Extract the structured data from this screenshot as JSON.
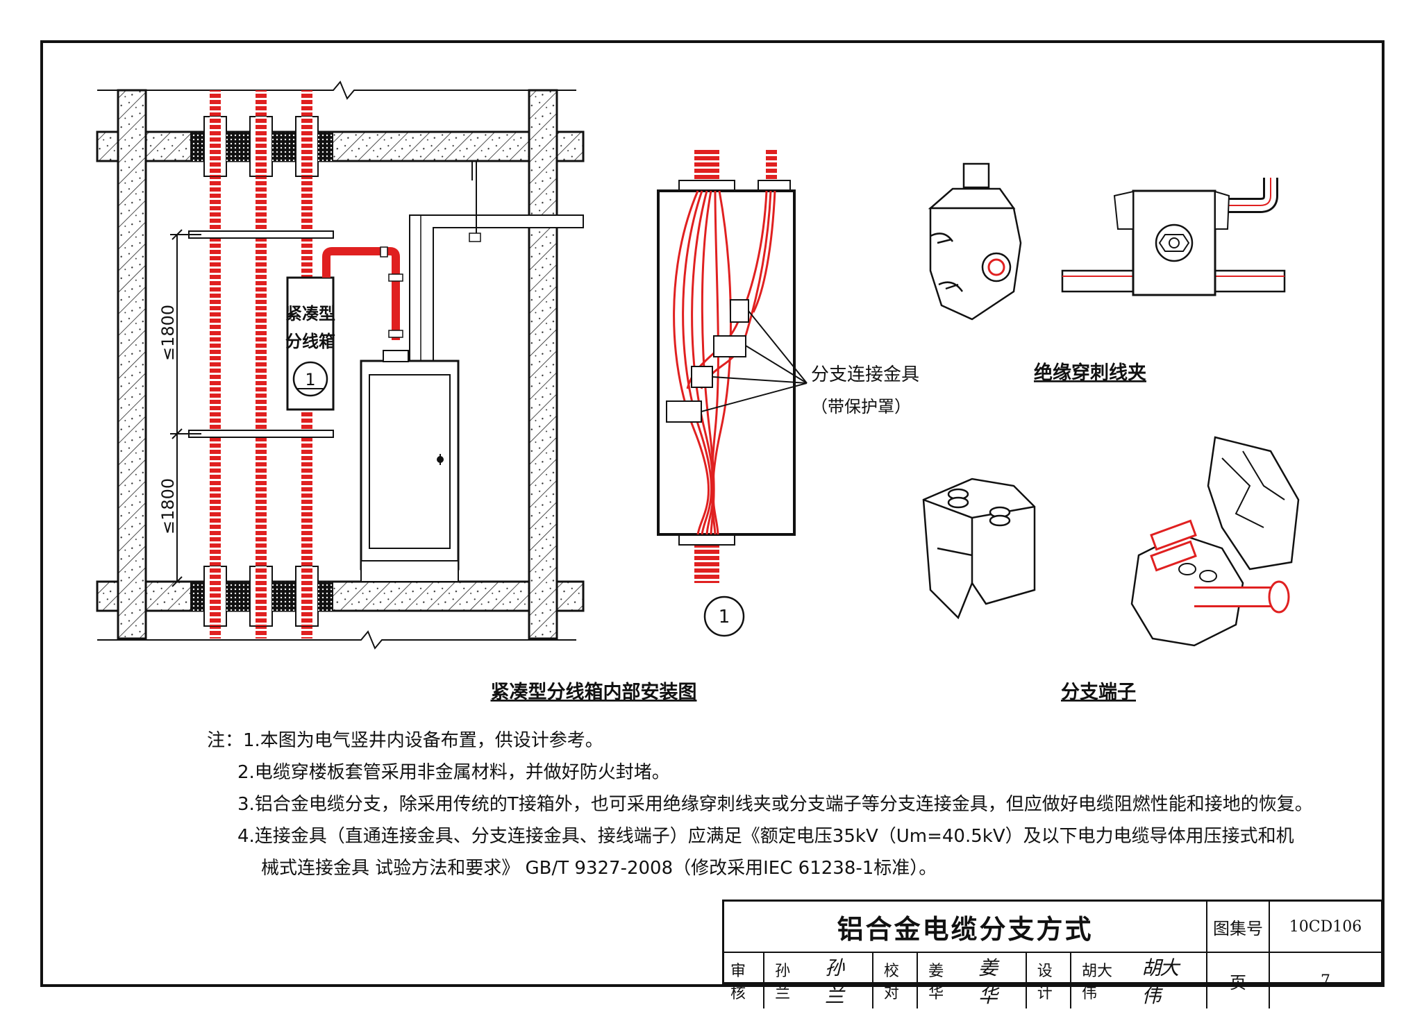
{
  "labels": {
    "box_name_line1": "紧凑型",
    "box_name_line2": "分线箱",
    "box_index": "1",
    "spacing_upper": "≤1800",
    "spacing_lower": "≤1800",
    "detail_index": "1",
    "callout_line1": "分支连接金具",
    "callout_line2": "（带保护罩）"
  },
  "captions": {
    "install": "紧凑型分线箱内部安装图",
    "clamp": "绝缘穿刺线夹",
    "terminal": "分支端子"
  },
  "notes": [
    "注：1.本图为电气竖井内设备布置，供设计参考。",
    "2.电缆穿楼板套管采用非金属材料，并做好防火封堵。",
    "3.铝合金电缆分支，除采用传统的T接箱外，也可采用绝缘穿刺线夹或分支端子等分支连接金具，但应做好电缆阻燃性能和接地的恢复。",
    "4.连接金具（直通连接金具、分支连接金具、接线端子）应满足《额定电压35kV（Um=40.5kV）及以下电力电缆导体用压接式和机",
    "械式连接金具  试验方法和要求》 GB/T 9327-2008（修改采用IEC 61238-1标准）。"
  ],
  "title_block": {
    "title": "铝合金电缆分支方式",
    "atlas_label": "图集号",
    "atlas_value": "10CD106",
    "review_label": "审核",
    "review_name": "孙 兰",
    "review_sig": "孙兰",
    "check_label": "校对",
    "check_name": "姜 华",
    "check_sig": "姜华",
    "design_label": "设计",
    "design_name": "胡大伟",
    "design_sig": "胡大伟",
    "page_label": "页",
    "page_value": "7"
  },
  "colors": {
    "cable": "#e02020",
    "line": "#111111",
    "background": "#ffffff"
  }
}
